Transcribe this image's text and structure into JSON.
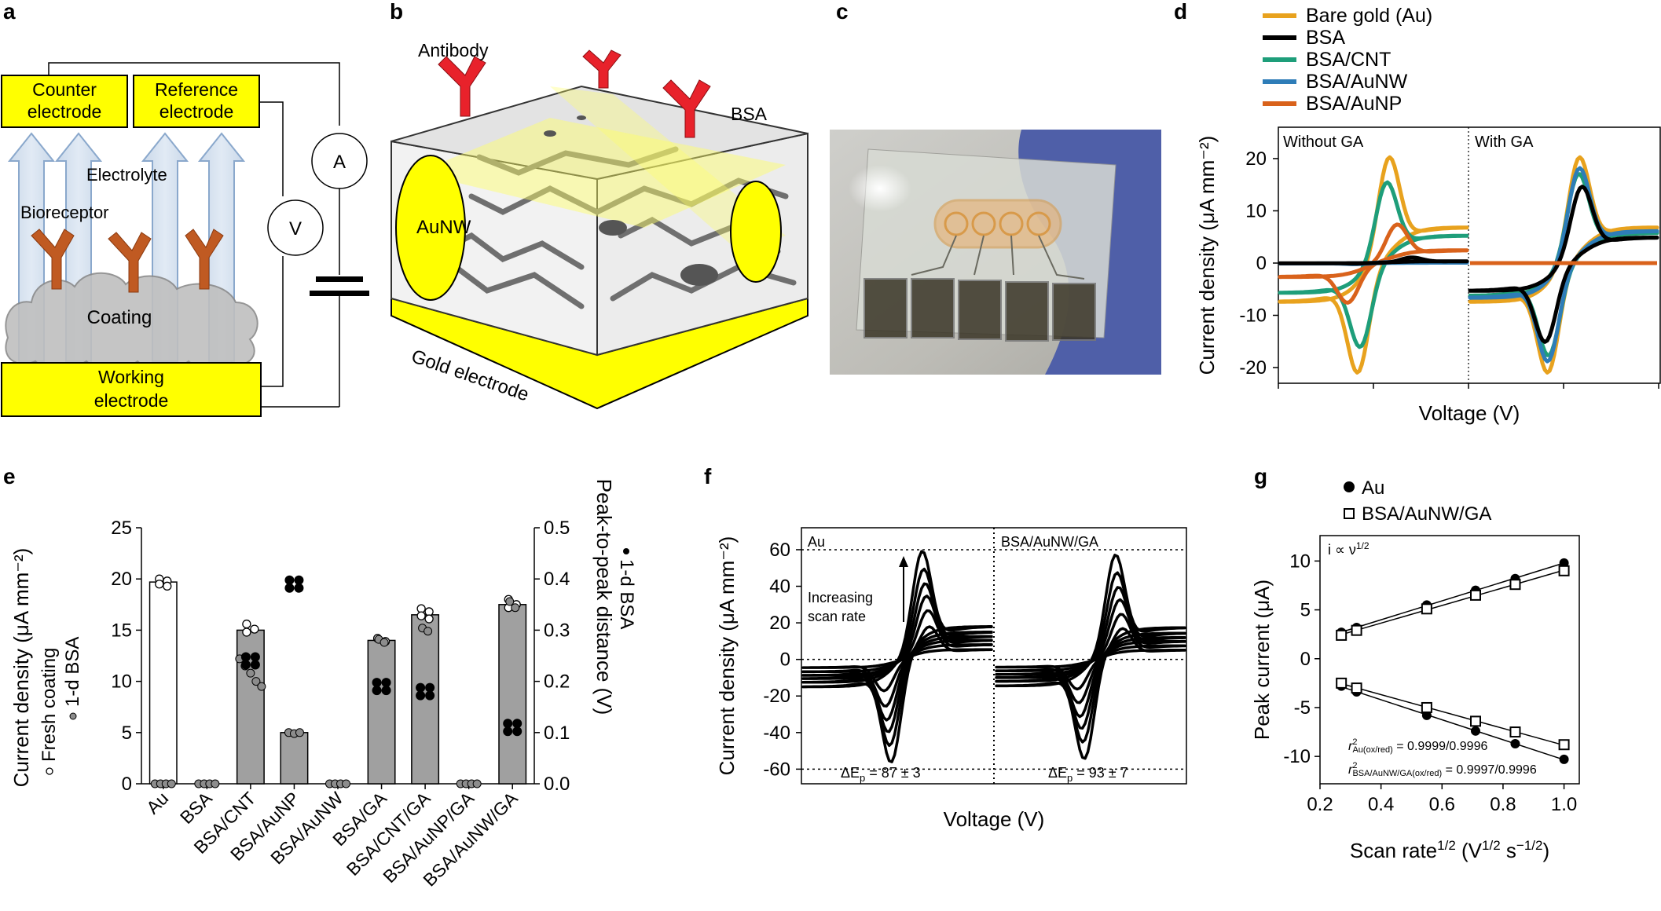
{
  "panels": {
    "a": {
      "label": "a",
      "counter": [
        "Counter",
        "electrode"
      ],
      "reference": [
        "Reference",
        "electrode"
      ],
      "working": [
        "Working",
        "electrode"
      ],
      "electrolyte": "Electrolyte",
      "bioreceptor": "Bioreceptor",
      "coating": "Coating",
      "ammeter": "A",
      "voltmeter": "V"
    },
    "b": {
      "label": "b",
      "antibody": "Antibody",
      "bsa": "BSA",
      "aunw": "AuNW",
      "gold": "Gold electrode"
    },
    "c": {
      "label": "c"
    },
    "d": {
      "label": "d",
      "left_note": "Without GA",
      "right_note": "With GA"
    },
    "e": {
      "label": "e",
      "legend_fresh": "Fresh coating",
      "legend_1d": "1-d BSA"
    },
    "f": {
      "label": "f",
      "left_note": "Au",
      "right_note": "BSA/AuNW/GA",
      "arrow_text": [
        "Increasing",
        "scan rate"
      ],
      "dep_left": "ΔE",
      "dep_left_sub": "p",
      "dep_left_val": " = 87 ± 3",
      "dep_right": "ΔE",
      "dep_right_sub": "p",
      "dep_right_val": " = 93 ± 7"
    },
    "g": {
      "label": "g",
      "annotation": "i ∝ ν",
      "annotation_exp": "1/2",
      "r2_au_base": "r",
      "r2_au_sup": "2",
      "r2_au_sub": "Au(ox/red)",
      "r2_au_val": " = 0.9999/0.9996",
      "r2_bsa_base": "r",
      "r2_bsa_sup": "2",
      "r2_bsa_sub": "BSA/AuNW/GA(ox/red)",
      "r2_bsa_val": " = 0.9997/0.9996"
    }
  },
  "chart_data": [
    {
      "panel": "d",
      "type": "line",
      "xlabel": "Voltage (V)",
      "ylabel": "Current density (μA mm⁻²)",
      "ylim": [
        -23,
        26
      ],
      "yticks": [
        -20,
        -10,
        0,
        10,
        20
      ],
      "legend": [
        {
          "name": "Bare gold (Au)",
          "color": "#E8A21E"
        },
        {
          "name": "BSA",
          "color": "#000000"
        },
        {
          "name": "BSA/CNT",
          "color": "#1E9E7A"
        },
        {
          "name": "BSA/AuNW",
          "color": "#2E7DB8"
        },
        {
          "name": "BSA/AuNP",
          "color": "#D9621B"
        }
      ],
      "series": [
        {
          "name": "Bare gold (Au)",
          "panel_half": "without",
          "color": "#E8A21E",
          "ox": 19.5,
          "red": -19.5,
          "ep": 0.36,
          "en": -0.36
        },
        {
          "name": "BSA/CNT",
          "panel_half": "without",
          "color": "#1E9E7A",
          "ox": 15,
          "red": -15,
          "ep": 0.3,
          "en": -0.3
        },
        {
          "name": "BSA/AuNP",
          "panel_half": "without",
          "color": "#D9621B",
          "ox": 7,
          "red": -7,
          "ep": 0.55,
          "en": -0.6
        },
        {
          "name": "BSA/AuNW",
          "panel_half": "without",
          "color": "#2E7DB8",
          "ox": 0.2,
          "red": -0.2,
          "ep": 0.4,
          "en": -0.4
        },
        {
          "name": "BSA",
          "panel_half": "without",
          "color": "#000000",
          "ox": 1,
          "red": -0.1,
          "ep": 0.9,
          "en": -0.4
        },
        {
          "name": "Bare gold (Au)",
          "panel_half": "with",
          "color": "#E8A21E",
          "ox": 19.5,
          "red": -19.5,
          "ep": 0.36,
          "en": -0.36
        },
        {
          "name": "BSA/CNT",
          "panel_half": "with",
          "color": "#1E9E7A",
          "ox": 16.5,
          "red": -16.5,
          "ep": 0.34,
          "en": -0.34
        },
        {
          "name": "BSA/AuNW",
          "panel_half": "with",
          "color": "#2E7DB8",
          "ox": 17.5,
          "red": -17.5,
          "ep": 0.36,
          "en": -0.36
        },
        {
          "name": "BSA",
          "panel_half": "with",
          "color": "#000000",
          "ox": 14,
          "red": -14,
          "ep": 0.42,
          "en": -0.42
        },
        {
          "name": "BSA/AuNP",
          "panel_half": "with",
          "color": "#D9621B",
          "ox": 0,
          "red": 0,
          "ep": 0.4,
          "en": -0.4
        }
      ]
    },
    {
      "panel": "e",
      "type": "bar",
      "categories": [
        "Au",
        "BSA",
        "BSA/CNT",
        "BSA/AuNP",
        "BSA/AuNW",
        "BSA/GA",
        "BSA/CNT/GA",
        "BSA/AuNP/GA",
        "BSA/AuNW/GA"
      ],
      "ylabel": "Current density (μA mm⁻²)",
      "y2label": "Peak-to-peak distance (V)",
      "y2sublabel": "1-d BSA",
      "ylim": [
        0,
        25
      ],
      "yticks": [
        0,
        5,
        10,
        15,
        20,
        25
      ],
      "y2lim": [
        0,
        0.5
      ],
      "y2ticks": [
        "0.0",
        "0.1",
        "0.2",
        "0.3",
        "0.4",
        "0.5"
      ],
      "fresh_bar_values": [
        19.7,
        0,
        null,
        null,
        0,
        null,
        null,
        0,
        null
      ],
      "one_day_bar_values": [
        null,
        null,
        15,
        5,
        null,
        14,
        16.5,
        null,
        17.5
      ],
      "fresh_points": [
        [
          20,
          19.8,
          19.5,
          19.3
        ],
        [],
        [
          15.6,
          15.1,
          14.8
        ],
        [],
        [],
        [
          14.2,
          13.9
        ],
        [
          17.1,
          16.8,
          16.4,
          16.1
        ],
        [],
        [
          18,
          17.5,
          17.2
        ]
      ],
      "one_day_points": [
        [
          0,
          0,
          0,
          0
        ],
        [
          0,
          0,
          0,
          0
        ],
        [
          12.2,
          11.5,
          10.8,
          10,
          9.5
        ],
        [
          5,
          4.9,
          5
        ],
        [
          0,
          0,
          0,
          0
        ],
        [
          14.1,
          13.8
        ],
        [
          15.2,
          14.9
        ],
        [
          0,
          0,
          0,
          0
        ],
        [
          17.8,
          17.2
        ]
      ],
      "peak_to_peak_1d_V": [
        0,
        0,
        0.24,
        0.39,
        0,
        0.19,
        0.18,
        0,
        0.11
      ]
    },
    {
      "panel": "f",
      "type": "line",
      "xlabel": "Voltage (V)",
      "ylabel": "Current density (μA mm⁻²)",
      "ylim": [
        -68,
        72
      ],
      "yticks": [
        -60,
        -40,
        -20,
        0,
        20,
        40,
        60
      ],
      "series": [
        {
          "name": "Au",
          "peaks": [
            60,
            50,
            42,
            35,
            27,
            18
          ]
        },
        {
          "name": "BSA/AuNW/GA",
          "peaks": [
            58,
            48,
            40,
            33,
            25,
            17
          ]
        }
      ]
    },
    {
      "panel": "g",
      "type": "scatter",
      "xlabel": "Scan rate",
      "xlabel_sup": "1/2",
      "xlabel_units": " (V",
      "xlabel_units_sup": "1/2",
      "xlabel_units2": " s",
      "xlabel_units_sup2": "−1/2",
      "xlabel_close": ")",
      "ylabel": "Peak current (μA)",
      "xlim": [
        0.2,
        1.05
      ],
      "ylim": [
        -12.8,
        12.6
      ],
      "xticks": [
        0.2,
        0.4,
        0.6,
        0.8,
        1.0
      ],
      "yticks": [
        -10,
        -5,
        0,
        5,
        10
      ],
      "x": [
        0.27,
        0.32,
        0.55,
        0.71,
        0.84,
        1.0
      ],
      "series": [
        {
          "name": "Au",
          "marker": "filled-circle",
          "ox": [
            2.7,
            3.2,
            5.5,
            7.0,
            8.2,
            9.8
          ],
          "red": [
            -2.8,
            -3.4,
            -5.8,
            -7.4,
            -8.7,
            -10.3
          ]
        },
        {
          "name": "BSA/AuNW/GA",
          "marker": "open-square",
          "ox": [
            2.4,
            2.9,
            5.1,
            6.5,
            7.6,
            9.0
          ],
          "red": [
            -2.5,
            -3.0,
            -5.0,
            -6.4,
            -7.5,
            -8.8
          ]
        }
      ]
    }
  ]
}
